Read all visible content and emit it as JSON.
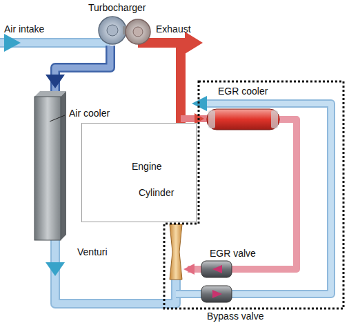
{
  "diagram": {
    "nodes": [
      {
        "text": [
          "Engine",
          "Cylinder"
        ]
      }
    ],
    "labels": [
      "Turbocharger",
      "Air intake",
      "Exhaust",
      "EGR cooler",
      "Air cooler",
      "Venturi",
      "EGR valve",
      "Bypass valve"
    ]
  }
}
